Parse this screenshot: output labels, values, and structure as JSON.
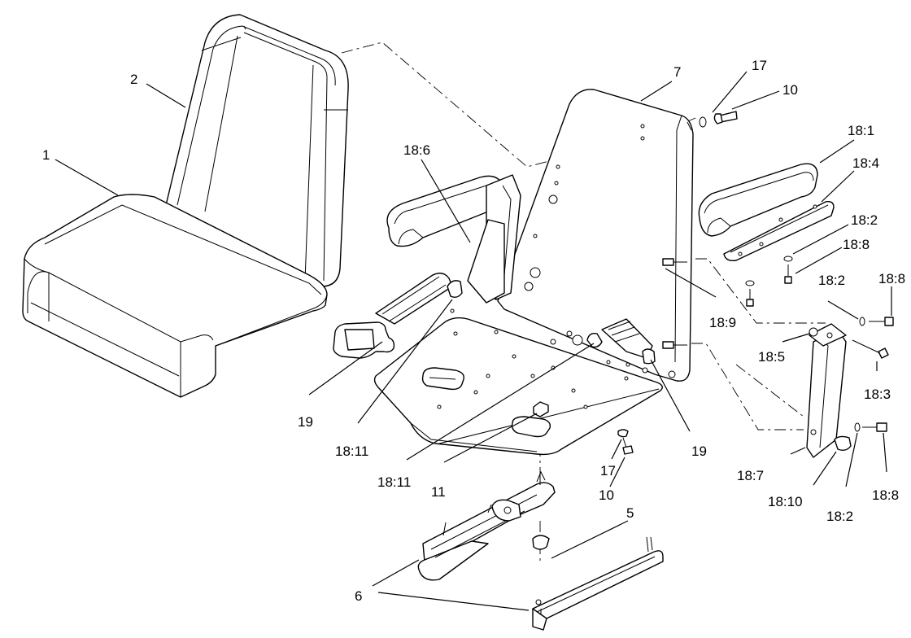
{
  "diagram": {
    "callouts": {
      "c1": "1",
      "c2": "2",
      "c7": "7",
      "c17a": "17",
      "c10a": "10",
      "c18_1": "18:1",
      "c18_4": "18:4",
      "c18_6": "18:6",
      "c18_2a": "18:2",
      "c18_8a": "18:8",
      "c18_2b": "18:2",
      "c18_8b": "18:8",
      "c18_9": "18:9",
      "c18_5": "18:5",
      "c18_3": "18:3",
      "c19a": "19",
      "c18_11a": "18:11",
      "c18_11b": "18:11",
      "c11": "11",
      "c17b": "17",
      "c10b": "10",
      "c19b": "19",
      "c18_7": "18:7",
      "c18_10": "18:10",
      "c18_2c": "18:2",
      "c18_8c": "18:8",
      "c5": "5",
      "c6": "6"
    }
  }
}
